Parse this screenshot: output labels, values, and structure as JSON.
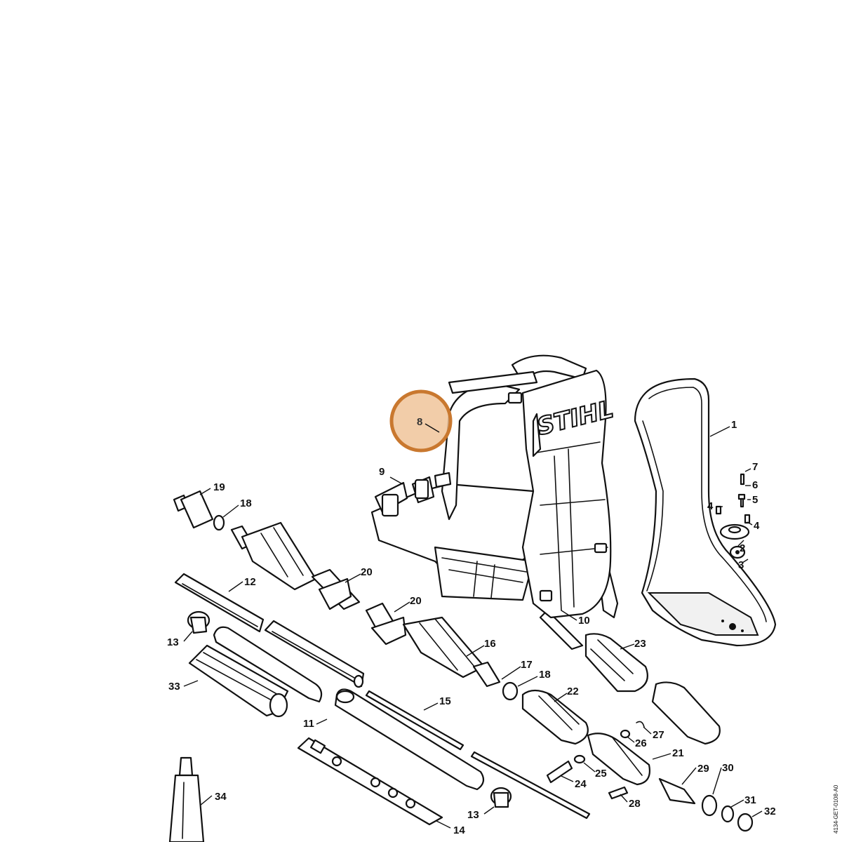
{
  "diagram": {
    "brand_logo": "STIHL",
    "highlighted_part": "8",
    "highlight_color": "#f0c49a",
    "highlight_border_color": "#c9782f",
    "document_id": "4134-GET-0108-A0",
    "callouts": [
      "1",
      "2",
      "3",
      "4",
      "4",
      "5",
      "6",
      "7",
      "8",
      "9",
      "10",
      "11",
      "12",
      "13",
      "13",
      "14",
      "15",
      "16",
      "17",
      "18",
      "18",
      "19",
      "20",
      "20",
      "21",
      "22",
      "23",
      "24",
      "25",
      "26",
      "27",
      "28",
      "29",
      "30",
      "31",
      "32",
      "33",
      "34"
    ]
  }
}
